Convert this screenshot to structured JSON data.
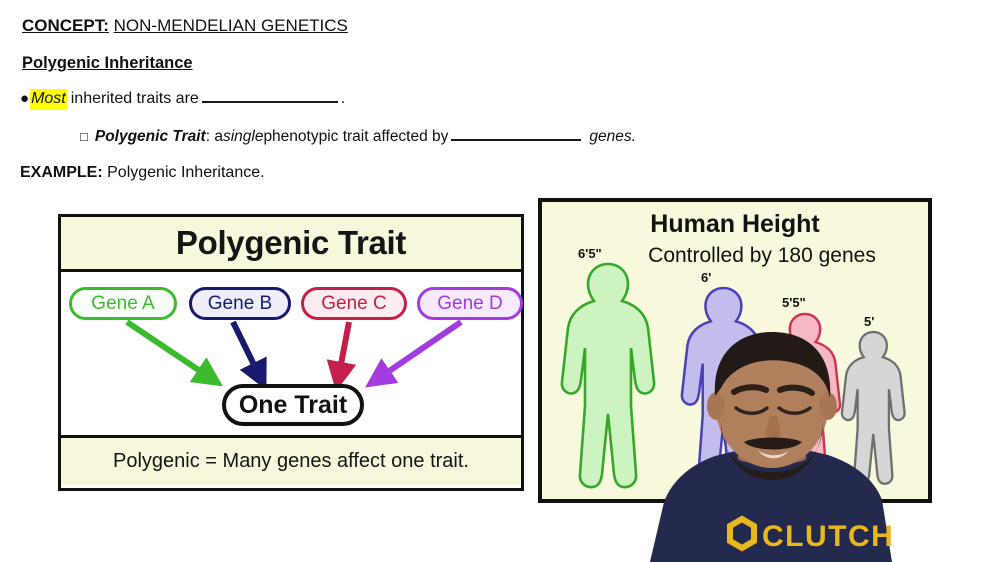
{
  "notes": {
    "concept_label": "CONCEPT:",
    "concept_value": "NON-MENDELIAN GENETICS",
    "subheading": "Polygenic Inheritance",
    "bullet1": {
      "bullet_glyph": "●",
      "highlight_word": "Most",
      "text_after": "inherited traits are",
      "blank": "",
      "period": "."
    },
    "bullet2": {
      "bullet_glyph": "□",
      "term": "Polygenic Trait",
      "colon": ": a ",
      "emphasis": "single",
      "text_mid": " phenotypic trait affected by ",
      "blank": "",
      "text_end": "genes."
    },
    "example_label": "EXAMPLE:",
    "example_text": "Polygenic Inheritance."
  },
  "polygenic_diagram": {
    "title": "Polygenic Trait",
    "caption": "Polygenic = Many genes affect one trait.",
    "center_node": "One Trait",
    "genes": [
      {
        "label": "Gene A",
        "color": "#3dbb2f",
        "fill": "#fbfffa"
      },
      {
        "label": "Gene B",
        "color": "#191970",
        "fill": "#eeeefa"
      },
      {
        "label": "Gene C",
        "color": "#c41e4a",
        "fill": "#fdecef"
      },
      {
        "label": "Gene D",
        "color": "#a33ce0",
        "fill": "#f6eafc"
      }
    ],
    "panel_bg": "#f7f7dc",
    "border_color": "#111111"
  },
  "height_panel": {
    "title": "Human Height",
    "subtitle": "Controlled by 180 genes",
    "panel_bg": "#f8f8dc",
    "figures": [
      {
        "height_label": "6'5\"",
        "color": "#3dbb2f",
        "fill": "#cdf3c0"
      },
      {
        "height_label": "6'",
        "color": "#4a41b8",
        "fill": "#c3bdee"
      },
      {
        "height_label": "5'5\"",
        "color": "#cc3355",
        "fill": "#f6b9c4"
      },
      {
        "height_label": "5'",
        "color": "#7d7d7d",
        "fill": "#d6d6d6"
      }
    ]
  },
  "presenter": {
    "shirt_text": "CLUTCH",
    "shirt_color": "#242a4e",
    "logo_color": "#e8b81c"
  }
}
